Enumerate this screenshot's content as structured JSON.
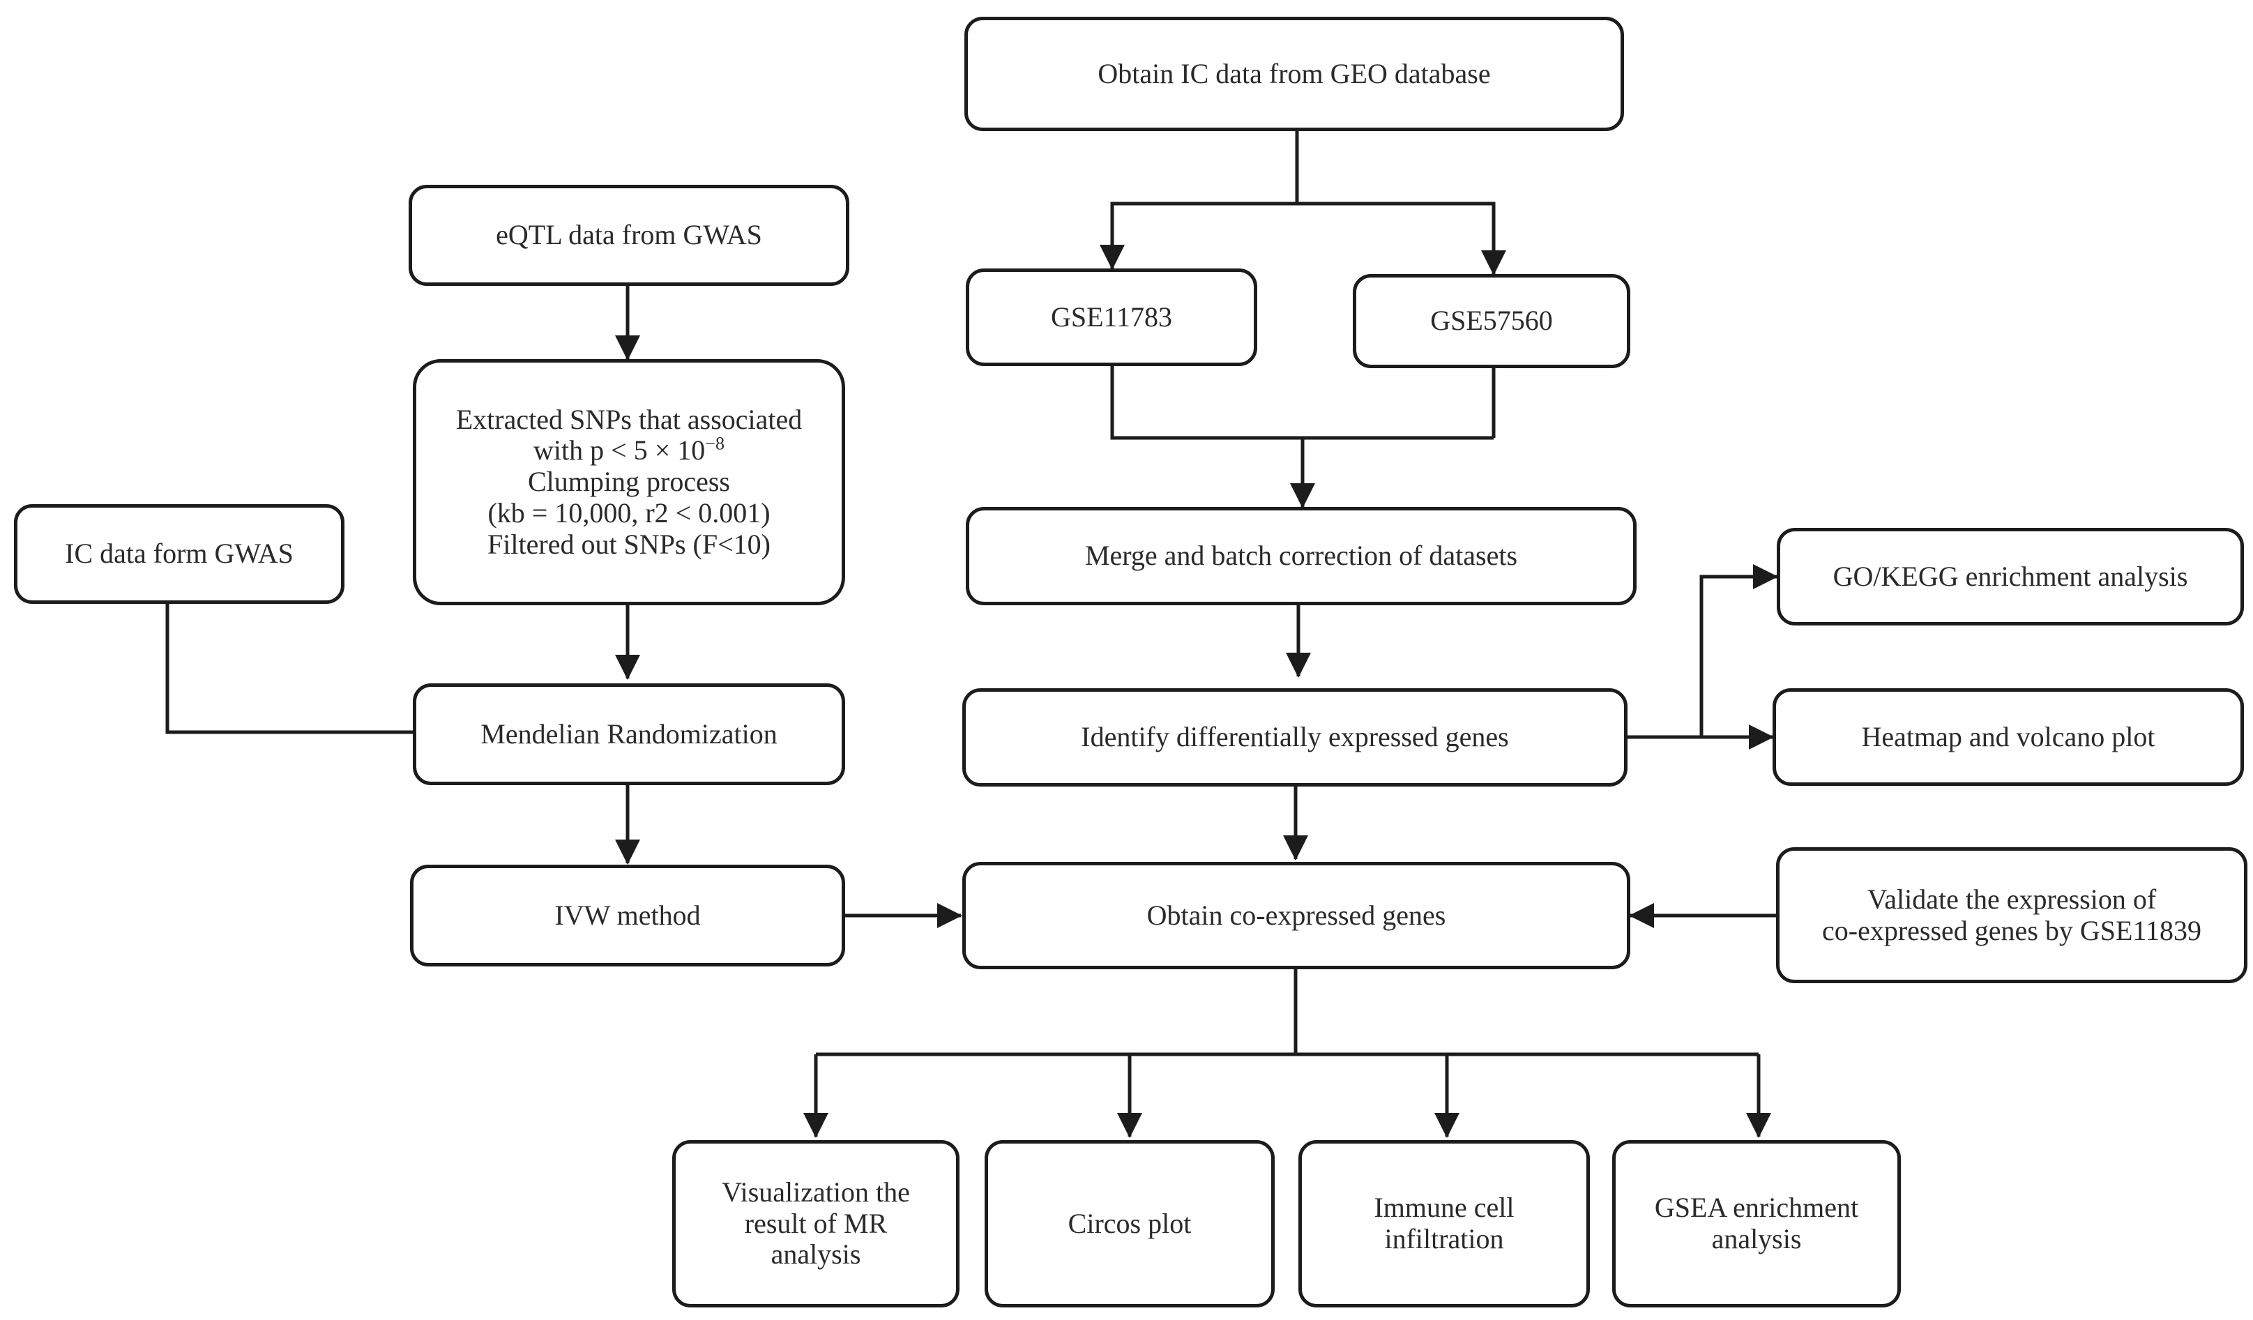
{
  "diagram": {
    "nodes": {
      "geo": "Obtain IC data from GEO database",
      "gse11783": "GSE11783",
      "gse57560": "GSE57560",
      "merge": "Merge and batch correction of datasets",
      "deg": "Identify differentially expressed genes",
      "gokegg": "GO/KEGG enrichment analysis",
      "heatmap": "Heatmap and volcano plot",
      "coexp": "Obtain co-expressed genes",
      "validate": [
        "Validate the expression of",
        "co-expressed genes by GSE11839"
      ],
      "eqtl": "eQTL data from GWAS",
      "snps": {
        "line1": "Extracted SNPs that associated",
        "line2_base": "with p < 5 × 10",
        "line2_exp": "−8",
        "line3": "Clumping process",
        "line4": "(kb = 10,000, r2 < 0.001)",
        "line5": "Filtered out SNPs (F<10)"
      },
      "ic_gwas": "IC data form GWAS",
      "mr": "Mendelian Randomization",
      "ivw": "IVW method",
      "vis": [
        "Visualization the",
        "result of MR",
        "analysis"
      ],
      "circos": "Circos plot",
      "immune": [
        "Immune cell",
        "infiltration"
      ],
      "gsea": [
        "GSEA enrichment",
        "analysis"
      ]
    },
    "colors": {
      "stroke": "#1c1c1c",
      "text": "#2a2a2a",
      "background": "#ffffff"
    }
  }
}
